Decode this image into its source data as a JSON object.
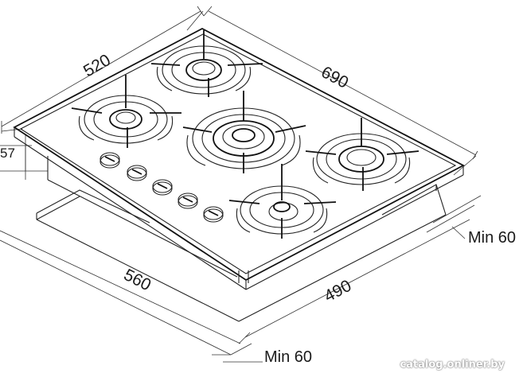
{
  "dimensions": {
    "width_top": "520",
    "depth_top": "690",
    "height": "57",
    "cutout_width": "560",
    "cutout_depth": "490",
    "clearance_right": "Min 60",
    "clearance_front": "Min 60"
  },
  "watermark": "catalog.onliner.by",
  "colors": {
    "line": "#222222",
    "background": "#ffffff"
  },
  "burners": [
    {
      "position": "rear-left",
      "type": "medium"
    },
    {
      "position": "left",
      "type": "small"
    },
    {
      "position": "center",
      "type": "wok-triple-crown"
    },
    {
      "position": "right",
      "type": "large"
    },
    {
      "position": "front",
      "type": "auxiliary"
    }
  ],
  "knob_count": 5
}
